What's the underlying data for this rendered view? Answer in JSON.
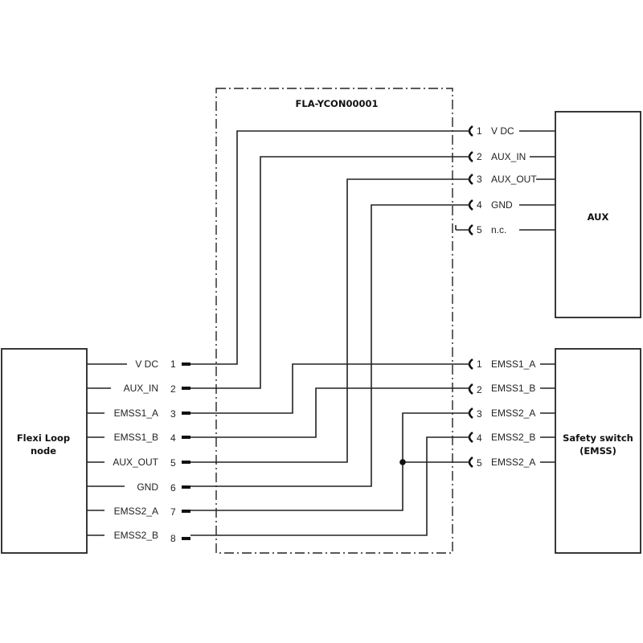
{
  "title": "FLA-YCON00001",
  "left_device": {
    "name_line1": "Flexi Loop",
    "name_line2": "node",
    "pins": [
      {
        "num": "1",
        "label": "V DC"
      },
      {
        "num": "2",
        "label": "AUX_IN"
      },
      {
        "num": "3",
        "label": "EMSS1_A"
      },
      {
        "num": "4",
        "label": "EMSS1_B"
      },
      {
        "num": "5",
        "label": "AUX_OUT"
      },
      {
        "num": "6",
        "label": "GND"
      },
      {
        "num": "7",
        "label": "EMSS2_A"
      },
      {
        "num": "8",
        "label": "EMSS2_B"
      }
    ]
  },
  "aux_device": {
    "name": "AUX",
    "pins": [
      {
        "num": "1",
        "label": "V DC"
      },
      {
        "num": "2",
        "label": "AUX_IN"
      },
      {
        "num": "3",
        "label": "AUX_OUT"
      },
      {
        "num": "4",
        "label": "GND"
      },
      {
        "num": "5",
        "label": "n.c."
      }
    ]
  },
  "emss_device": {
    "name_line1": "Safety switch",
    "name_line2": "(EMSS)",
    "pins": [
      {
        "num": "1",
        "label": "EMSS1_A"
      },
      {
        "num": "2",
        "label": "EMSS1_B"
      },
      {
        "num": "3",
        "label": "EMSS2_A"
      },
      {
        "num": "4",
        "label": "EMSS2_B"
      },
      {
        "num": "5",
        "label": "EMSS2_A"
      }
    ]
  },
  "connections": [
    {
      "from": "left.1",
      "to": "aux.1"
    },
    {
      "from": "left.2",
      "to": "aux.2"
    },
    {
      "from": "left.3",
      "to": "emss.1"
    },
    {
      "from": "left.4",
      "to": "emss.2"
    },
    {
      "from": "left.5",
      "to": "aux.3"
    },
    {
      "from": "left.6",
      "to": "aux.4"
    },
    {
      "from": "left.7",
      "to": "emss.3"
    },
    {
      "from": "left.7",
      "to": "emss.5"
    },
    {
      "from": "left.8",
      "to": "emss.4"
    }
  ]
}
